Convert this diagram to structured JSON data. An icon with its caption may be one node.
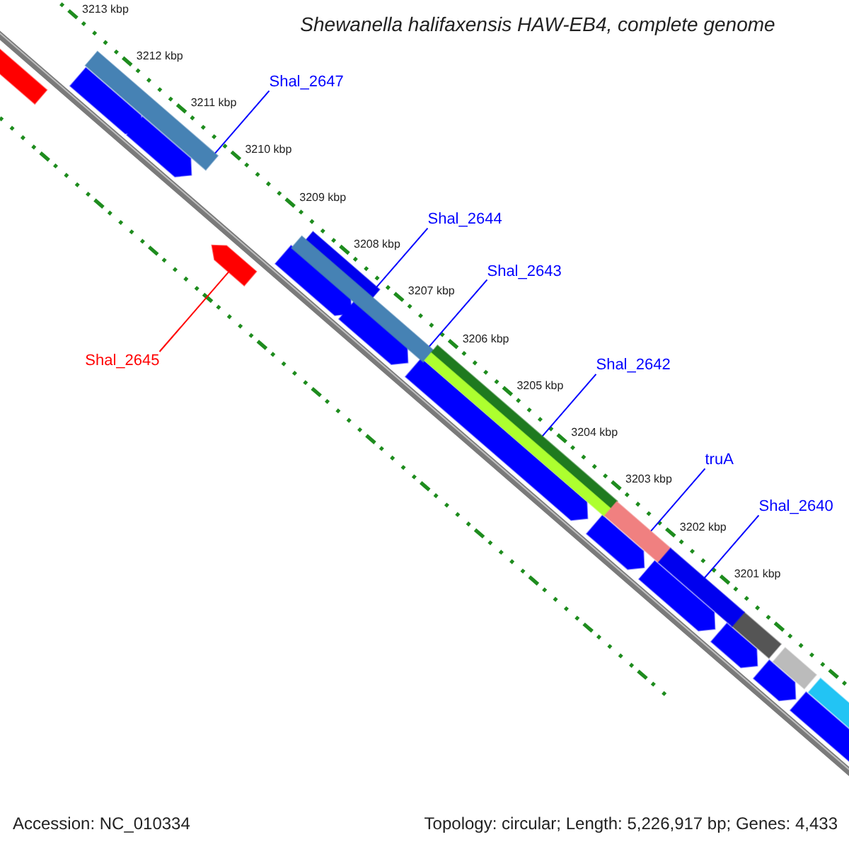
{
  "diagram": {
    "title": "Shewanella halifaxensis HAW-EB4, complete genome",
    "nodes": [
      {
        "text": [
          "Shal_2647"
        ]
      },
      {
        "text": [],
        "shape": "bar"
      },
      {
        "text": [
          "Shal_2644"
        ]
      },
      {
        "text": [],
        "shape": "bar"
      },
      {
        "text": [
          "Shal_2643"
        ]
      },
      {
        "text": [],
        "shape": "bar"
      },
      {
        "text": [
          "Shal_2645"
        ]
      },
      {
        "text": [],
        "shape": "arrow"
      },
      {
        "text": [
          "Shal_2642"
        ]
      },
      {
        "text": [],
        "shape": "bar"
      },
      {
        "text": [
          "truA"
        ]
      },
      {
        "text": [],
        "shape": "bar"
      },
      {
        "text": [
          "Shal_2640"
        ]
      },
      {
        "text": [],
        "shape": "bar"
      }
    ],
    "edges": [
      {
        "from": 0,
        "to": 1,
        "arrow": "none"
      },
      {
        "from": 2,
        "to": 3,
        "arrow": "none"
      },
      {
        "from": 4,
        "to": 5,
        "arrow": "none"
      },
      {
        "from": 6,
        "to": 7,
        "arrow": "none",
        "color": "#ff0000"
      },
      {
        "from": 8,
        "to": 9,
        "arrow": "none"
      },
      {
        "from": 10,
        "to": 11,
        "arrow": "none"
      },
      {
        "from": 12,
        "to": 13,
        "arrow": "none"
      }
    ],
    "labels": [
      "3213 kbp",
      "3212 kbp",
      "3211 kbp",
      "3210 kbp",
      "3209 kbp",
      "3208 kbp",
      "3207 kbp",
      "3206 kbp",
      "3205 kbp",
      "3204 kbp",
      "3203 kbp",
      "3202 kbp",
      "3201 kbp",
      "Accession: NC_010334",
      "Topology: circular; Length: 5,226,917 bp; Genes: 4,433"
    ]
  }
}
